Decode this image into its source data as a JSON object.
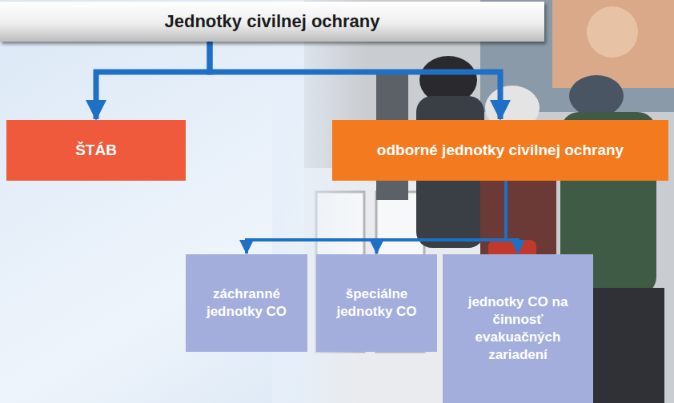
{
  "diagram": {
    "nodes": [
      {
        "text": [
          "Jednotky civilnej ochrany"
        ]
      },
      {
        "text": [
          "ŠTÁB"
        ]
      },
      {
        "text": [
          "odborné jednotky civilnej ochrany"
        ]
      },
      {
        "text": [
          "záchranné jednotky CO"
        ]
      },
      {
        "text": [
          "špeciálne jednotky CO"
        ]
      },
      {
        "text": [
          "jednotky CO na činnosť evakuačných zariadení"
        ]
      }
    ],
    "edges": [
      {
        "from": 0,
        "to": 1,
        "arrow": "to"
      },
      {
        "from": 0,
        "to": 2,
        "arrow": "to"
      },
      {
        "from": 2,
        "to": 3,
        "arrow": "to"
      },
      {
        "from": 2,
        "to": 4,
        "arrow": "to"
      },
      {
        "from": 2,
        "to": 5,
        "arrow": "to"
      }
    ]
  }
}
